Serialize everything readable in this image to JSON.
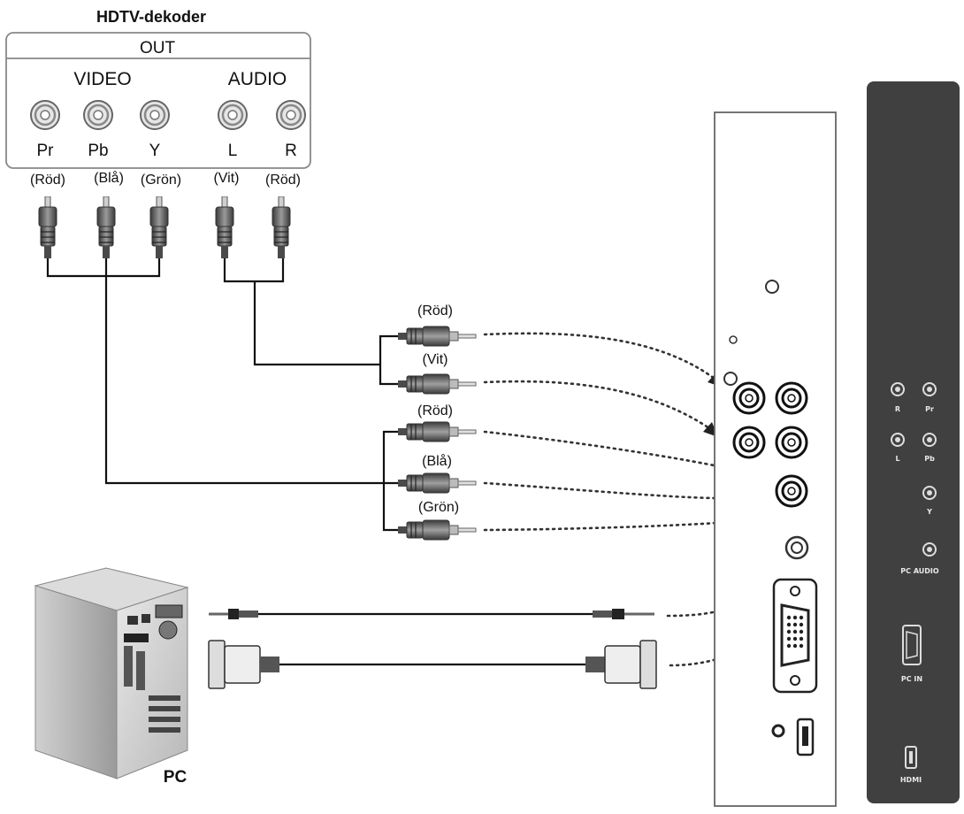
{
  "decoder": {
    "title": "HDTV-dekoder",
    "out_label": "OUT",
    "video_label": "VIDEO",
    "audio_label": "AUDIO",
    "jacks": [
      "Pr",
      "Pb",
      "Y",
      "L",
      "R"
    ],
    "cable_colors": [
      "(Röd)",
      "(Blå)",
      "(Grön)",
      "(Vit)",
      "(Röd)"
    ]
  },
  "plug_labels": [
    "(Röd)",
    "(Vit)",
    "(Röd)",
    "(Blå)",
    "(Grön)"
  ],
  "pc": {
    "label": "PC"
  },
  "monitor_panel": {
    "labels": {
      "r": "R",
      "pr": "Pr",
      "l": "L",
      "pb": "Pb",
      "y": "Y",
      "pc_audio": "PC AUDIO",
      "pc_in": "PC IN",
      "hdmi": "HDMI"
    }
  },
  "colors": {
    "panel": "#404040",
    "line": "#111111",
    "background": "#ffffff"
  }
}
